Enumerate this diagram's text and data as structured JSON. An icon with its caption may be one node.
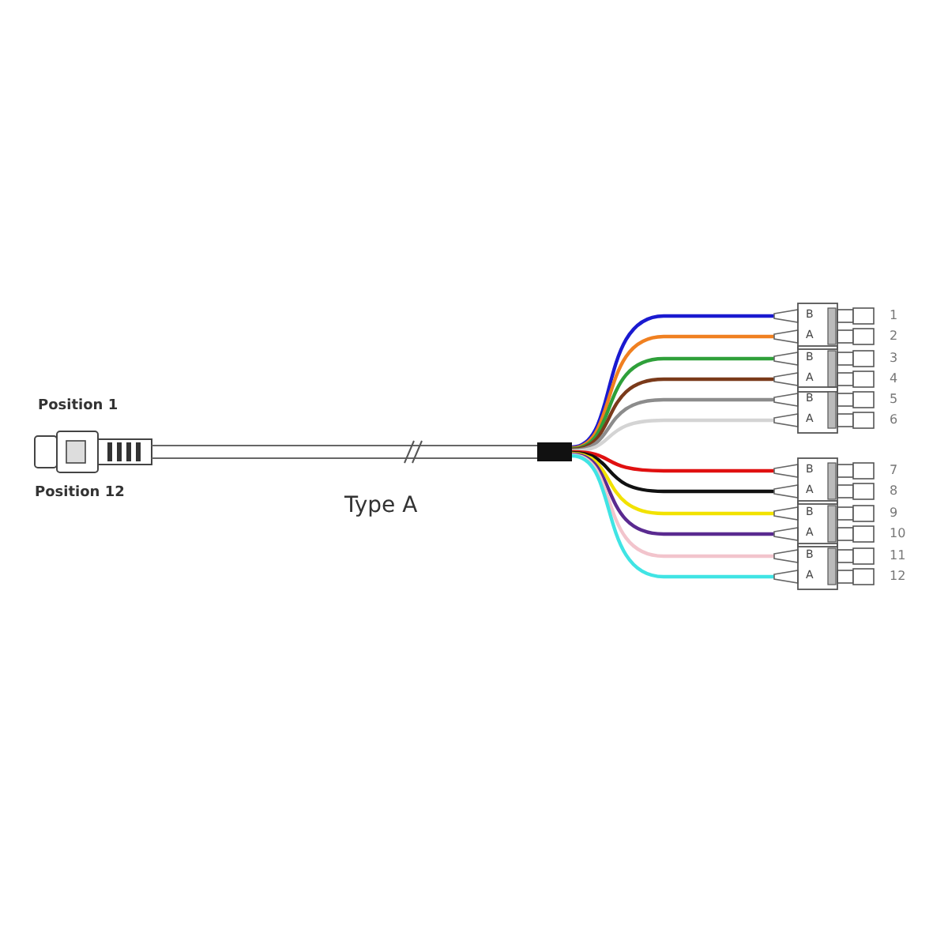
{
  "diagram": {
    "labels": [
      "Position 1",
      "Position 12",
      "Type A",
      "B",
      "1",
      "A",
      "2",
      "B",
      "3",
      "A",
      "4",
      "B",
      "5",
      "A",
      "6",
      "B",
      "7",
      "A",
      "8",
      "B",
      "9",
      "A",
      "10",
      "B",
      "11",
      "A",
      "12"
    ]
  }
}
